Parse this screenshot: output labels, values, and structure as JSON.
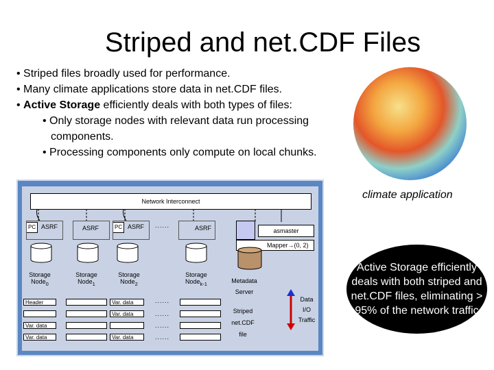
{
  "title": "Striped and net.CDF Files",
  "bullets": {
    "b1": "• Striped files broadly used for performance.",
    "b2": "• Many climate applications store data in net.CDF files.",
    "b3_prefix": "• ",
    "b3_bold": "Active Storage",
    "b3_rest": " efficiently deals with both types of files:",
    "b4": "• Only storage nodes with relevant data run processing",
    "b4_cont": "components.",
    "b5": "• Processing components only compute on local chunks."
  },
  "climate_label": "climate application",
  "diagram": {
    "network": "Network Interconnect",
    "pc": "PC",
    "asrf": "ASRF",
    "asmaster": "asmaster",
    "mapper": "Mapper",
    "mapper_arrow": "→",
    "mapper_value": "(0, 2)",
    "node0": "Storage",
    "node0b": "Node",
    "node0s": "0",
    "node1s": "1",
    "node2s": "2",
    "nodeks": "k-1",
    "metadata1": "Metadata",
    "metadata2": "Server",
    "header": "Header",
    "var_data": "Var. data",
    "dots": "......",
    "striped1": "Striped",
    "striped2": "net.CDF",
    "striped3": "file",
    "data_io1": "Data",
    "data_io2": "I/O",
    "data_io3": "Traffic"
  },
  "callout": "Active Storage efficiently deals with both striped and net.CDF files, eliminating > 95% of the network traffic",
  "colors": {
    "diagram_bg": "#5a87c2",
    "panel_bg": "#c9d2e4",
    "arrow_red": "#d00000",
    "arrow_blue": "#1e2fd0",
    "metadata": "#b9916a"
  }
}
